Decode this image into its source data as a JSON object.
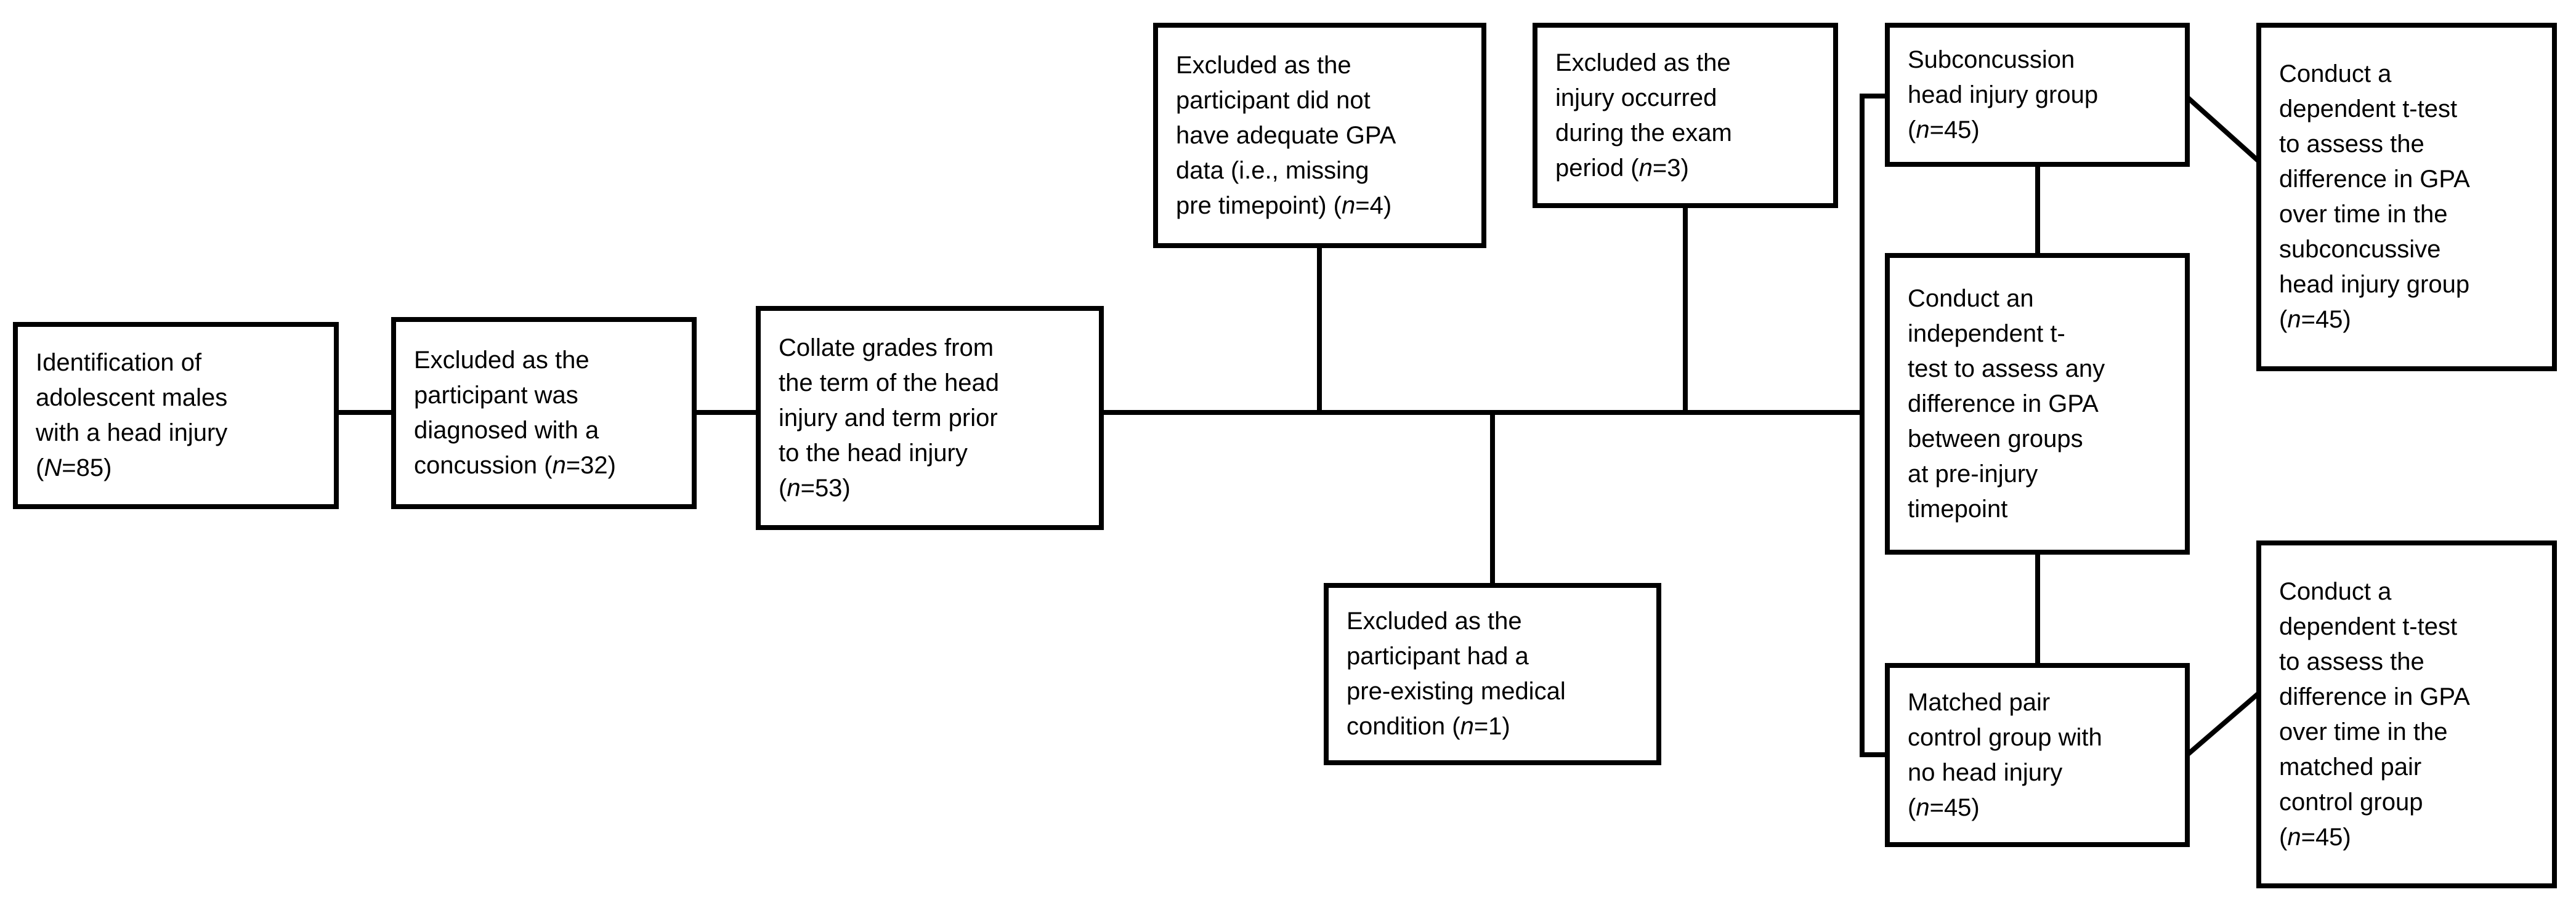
{
  "diagram": {
    "type": "flowchart",
    "colors": {
      "ink": "#000000",
      "background": "#ffffff"
    },
    "boxes": {
      "identification": {
        "runs": [
          {
            "t": "Identification of"
          },
          {
            "br": true
          },
          {
            "t": "adolescent males"
          },
          {
            "br": true
          },
          {
            "t": "with a head injury"
          },
          {
            "br": true
          },
          {
            "t": "("
          },
          {
            "t": "N",
            "i": true
          },
          {
            "t": "=85)"
          }
        ]
      },
      "excluded_concussion": {
        "runs": [
          {
            "t": "Excluded as the"
          },
          {
            "br": true
          },
          {
            "t": "participant was"
          },
          {
            "br": true
          },
          {
            "t": "diagnosed with a"
          },
          {
            "br": true
          },
          {
            "t": "concussion ("
          },
          {
            "t": "n",
            "i": true
          },
          {
            "t": "=32)"
          }
        ]
      },
      "collate_grades": {
        "runs": [
          {
            "t": "Collate grades from"
          },
          {
            "br": true
          },
          {
            "t": "the term of the head"
          },
          {
            "br": true
          },
          {
            "t": "injury and term prior"
          },
          {
            "br": true
          },
          {
            "t": "to the head injury"
          },
          {
            "br": true
          },
          {
            "t": "("
          },
          {
            "t": "n",
            "i": true
          },
          {
            "t": "=53)"
          }
        ]
      },
      "excluded_gpa_data": {
        "runs": [
          {
            "t": "Excluded as the"
          },
          {
            "br": true
          },
          {
            "t": "participant did not"
          },
          {
            "br": true
          },
          {
            "t": "have adequate GPA"
          },
          {
            "br": true
          },
          {
            "t": "data (i.e., missing"
          },
          {
            "br": true
          },
          {
            "t": "pre timepoint) ("
          },
          {
            "t": "n",
            "i": true
          },
          {
            "t": "=4)"
          }
        ]
      },
      "excluded_exam_period": {
        "runs": [
          {
            "t": "Excluded as the"
          },
          {
            "br": true
          },
          {
            "t": "injury occurred"
          },
          {
            "br": true
          },
          {
            "t": "during the exam"
          },
          {
            "br": true
          },
          {
            "t": "period ("
          },
          {
            "t": "n",
            "i": true
          },
          {
            "t": "=3)"
          }
        ]
      },
      "subconcussion_group": {
        "runs": [
          {
            "t": "Subconcussion"
          },
          {
            "br": true
          },
          {
            "t": "head injury group"
          },
          {
            "br": true
          },
          {
            "t": "("
          },
          {
            "t": "n",
            "i": true
          },
          {
            "t": "=45)"
          }
        ]
      },
      "dependent_ttest_subconcussive": {
        "runs": [
          {
            "t": "Conduct a"
          },
          {
            "br": true
          },
          {
            "t": "dependent t-test"
          },
          {
            "br": true
          },
          {
            "t": "to assess the"
          },
          {
            "br": true
          },
          {
            "t": "difference in GPA"
          },
          {
            "br": true
          },
          {
            "t": "over time in the"
          },
          {
            "br": true
          },
          {
            "t": "subconcussive"
          },
          {
            "br": true
          },
          {
            "t": "head injury group"
          },
          {
            "br": true
          },
          {
            "t": "("
          },
          {
            "t": "n",
            "i": true
          },
          {
            "t": "=45)"
          }
        ]
      },
      "independent_ttest": {
        "runs": [
          {
            "t": "Conduct an"
          },
          {
            "br": true
          },
          {
            "t": "independent t-"
          },
          {
            "br": true
          },
          {
            "t": "test to assess any"
          },
          {
            "br": true
          },
          {
            "t": "difference in GPA"
          },
          {
            "br": true
          },
          {
            "t": "between groups"
          },
          {
            "br": true
          },
          {
            "t": "at pre-injury"
          },
          {
            "br": true
          },
          {
            "t": "timepoint"
          }
        ]
      },
      "excluded_medical_condition": {
        "runs": [
          {
            "t": "Excluded as the"
          },
          {
            "br": true
          },
          {
            "t": "participant had a"
          },
          {
            "br": true
          },
          {
            "t": "pre-existing medical"
          },
          {
            "br": true
          },
          {
            "t": "condition ("
          },
          {
            "t": "n",
            "i": true
          },
          {
            "t": "=1)"
          }
        ]
      },
      "matched_pair_group": {
        "runs": [
          {
            "t": "Matched pair"
          },
          {
            "br": true
          },
          {
            "t": "control group with"
          },
          {
            "br": true
          },
          {
            "t": "no head injury"
          },
          {
            "br": true
          },
          {
            "t": "("
          },
          {
            "t": "n",
            "i": true
          },
          {
            "t": "=45)"
          }
        ]
      },
      "dependent_ttest_matched": {
        "runs": [
          {
            "t": "Conduct a"
          },
          {
            "br": true
          },
          {
            "t": "dependent t-test"
          },
          {
            "br": true
          },
          {
            "t": "to assess the"
          },
          {
            "br": true
          },
          {
            "t": "difference in GPA"
          },
          {
            "br": true
          },
          {
            "t": "over time in the"
          },
          {
            "br": true
          },
          {
            "t": "matched pair"
          },
          {
            "br": true
          },
          {
            "t": "control group"
          },
          {
            "br": true
          },
          {
            "t": "("
          },
          {
            "t": "n",
            "i": true
          },
          {
            "t": "=45)"
          }
        ]
      }
    },
    "edges": [
      "identification - excluded_concussion",
      "excluded_concussion - collate_grades",
      "collate_grades - branch",
      "excluded_gpa_data - main_line",
      "excluded_exam_period - main_line",
      "main_line - excluded_medical_condition",
      "branch - subconcussion_group",
      "branch - matched_pair_group",
      "subconcussion_group - independent_ttest",
      "independent_ttest - matched_pair_group",
      "subconcussion_group - dependent_ttest_subconcussive",
      "matched_pair_group - dependent_ttest_matched"
    ]
  }
}
